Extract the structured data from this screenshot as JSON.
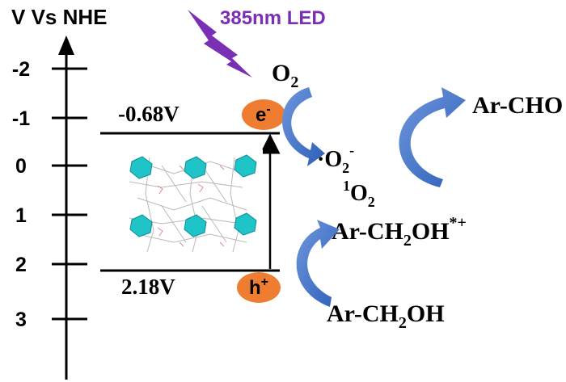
{
  "axis": {
    "title": "V Vs NHE",
    "ticks": [
      "-2",
      "-1",
      "0",
      "1",
      "2",
      "3"
    ]
  },
  "light": {
    "label": "385nm LED",
    "color": "#7a2fb5"
  },
  "levels": {
    "cb_potential": "-0.68V",
    "vb_potential": "2.18V"
  },
  "carriers": {
    "electron": "e",
    "electron_sup": "-",
    "hole": "h",
    "hole_sup": "+",
    "fill": "#ee7d31"
  },
  "species": {
    "o2": {
      "base": "O",
      "sub": "2"
    },
    "superoxide": {
      "dot": "·",
      "base": "O",
      "sub": "2",
      "sup": "-"
    },
    "singlet_o2": {
      "pre": "1",
      "base": "O",
      "sub": "2"
    },
    "product": "Ar-CHO",
    "radical_cation": {
      "a": "Ar-CH",
      "sub": "2",
      "b": "OH",
      "sup": "*+"
    },
    "alcohol": {
      "a": "Ar-CH",
      "sub": "2",
      "b": "OH"
    }
  },
  "colors": {
    "arrow_blue": "#3f6fc4",
    "cluster": "#1fc4c8"
  }
}
